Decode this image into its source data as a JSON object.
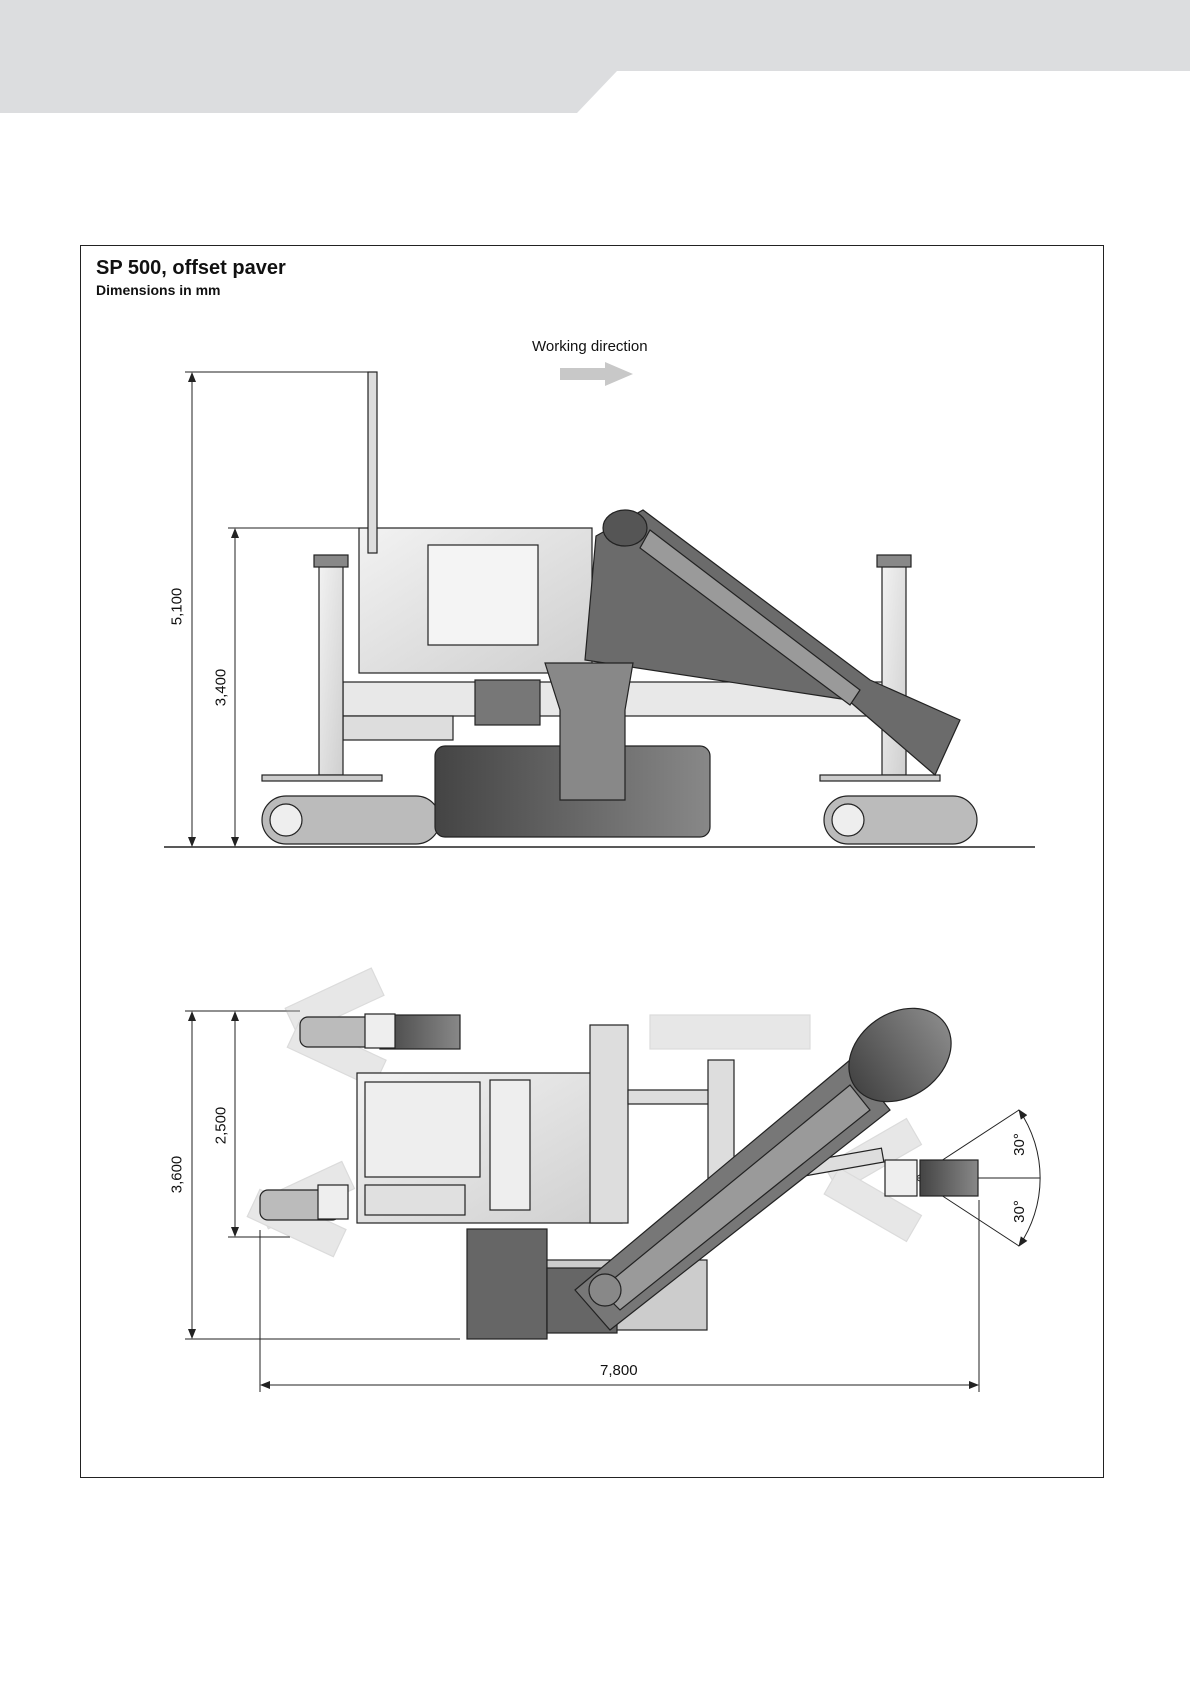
{
  "document": {
    "title": "SP 500, offset paver",
    "subtitle": "Dimensions in mm"
  },
  "side_view": {
    "working_direction_label": "Working direction",
    "dimensions": {
      "overall_height": "5,100",
      "body_height": "3,400"
    }
  },
  "top_view": {
    "dimensions": {
      "overall_width": "3,600",
      "track_width": "2,500",
      "overall_length": "7,800",
      "swivel_angle_up": "30°",
      "swivel_angle_down": "30°"
    }
  },
  "colors": {
    "header_band": "#dcdddf",
    "machine_light": "#e6e6e6",
    "machine_mid": "#9a9a9a",
    "machine_dark": "#555555",
    "arrow": "#c8c8c8"
  }
}
